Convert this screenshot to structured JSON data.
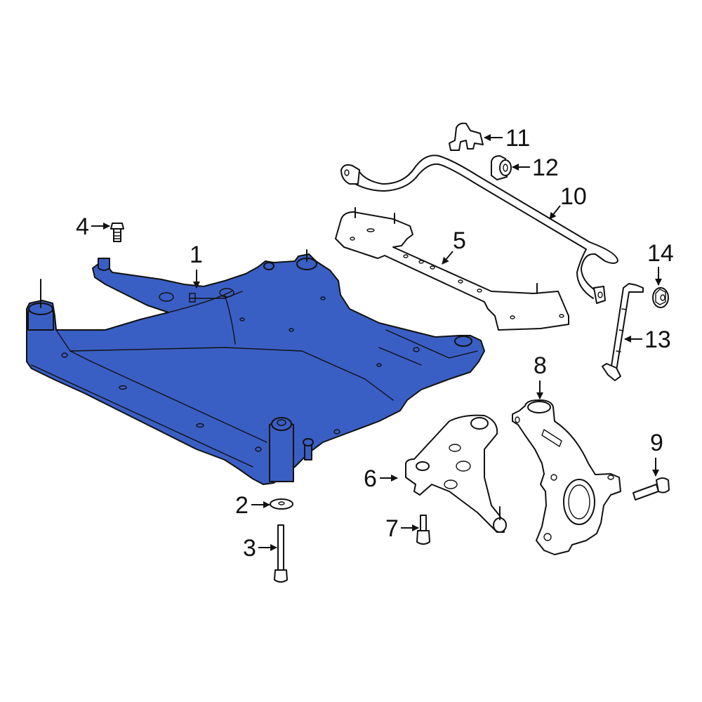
{
  "diagram": {
    "title": "Front Suspension Crossmember Assembly",
    "highlight_color": "#3a5fc4",
    "line_color": "#111111",
    "background": "#ffffff"
  },
  "callouts": [
    {
      "number": "1",
      "part": "crossmember",
      "highlighted": true
    },
    {
      "number": "2",
      "part": "washer",
      "highlighted": false
    },
    {
      "number": "3",
      "part": "long-bolt",
      "highlighted": false
    },
    {
      "number": "4",
      "part": "bolt",
      "highlighted": false
    },
    {
      "number": "5",
      "part": "reinforcement-brace",
      "highlighted": false
    },
    {
      "number": "6",
      "part": "lower-control-arm",
      "highlighted": false
    },
    {
      "number": "7",
      "part": "bolt",
      "highlighted": false
    },
    {
      "number": "8",
      "part": "steering-knuckle",
      "highlighted": false
    },
    {
      "number": "9",
      "part": "bolt",
      "highlighted": false
    },
    {
      "number": "10",
      "part": "stabilizer-bar",
      "highlighted": false
    },
    {
      "number": "11",
      "part": "bushing-bracket",
      "highlighted": false
    },
    {
      "number": "12",
      "part": "bushing",
      "highlighted": false
    },
    {
      "number": "13",
      "part": "stabilizer-link",
      "highlighted": false
    },
    {
      "number": "14",
      "part": "nut",
      "highlighted": false
    }
  ]
}
